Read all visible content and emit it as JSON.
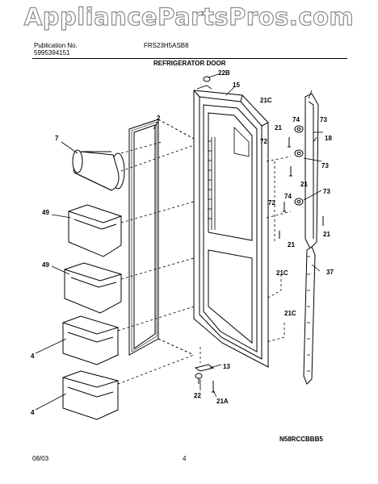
{
  "watermark": "AppliancePartsPros.com",
  "header": {
    "publication_label": "Publication No.",
    "publication_number": "5995394151",
    "model": "FRS23H5ASB8",
    "section_title": "REFRIGERATOR DOOR"
  },
  "callouts": [
    "22B",
    "15",
    "21C",
    "74",
    "73",
    "21",
    "18",
    "7",
    "2",
    "72",
    "73",
    "21",
    "74",
    "49",
    "72",
    "73",
    "21",
    "21",
    "37",
    "49",
    "21C",
    "21C",
    "4",
    "13",
    "4",
    "22",
    "21A"
  ],
  "footer": {
    "date": "08/03",
    "page": "4",
    "diagram_code": "N58RCCBBB5"
  }
}
